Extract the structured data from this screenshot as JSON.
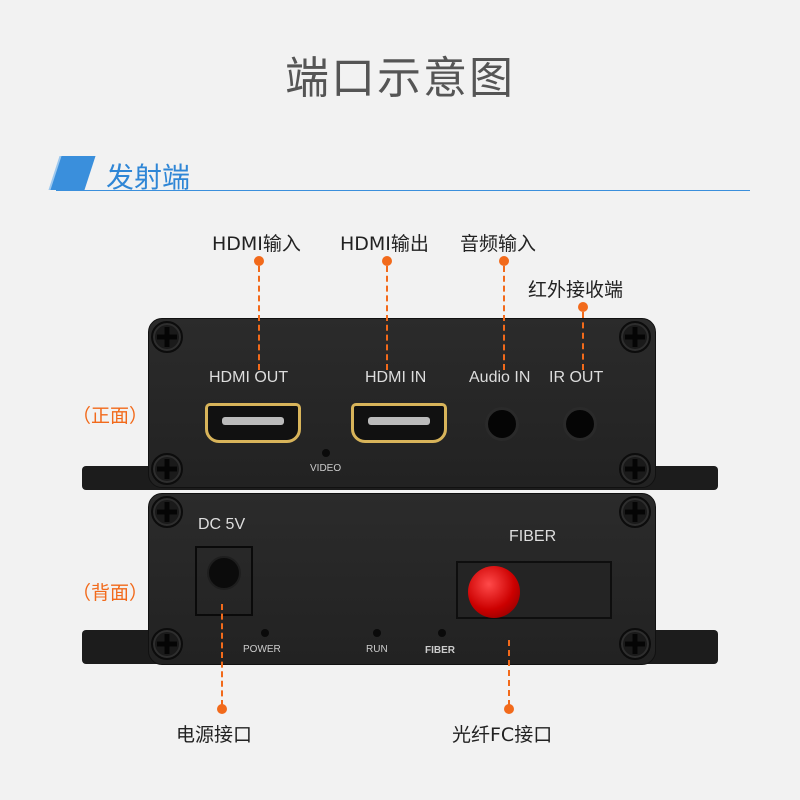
{
  "title": "端口示意图",
  "section": "发射端",
  "callouts": {
    "hdmi_in": "HDMI输入",
    "hdmi_out": "HDMI输出",
    "audio_in": "音频输入",
    "ir": "红外接收端",
    "power": "电源接口",
    "fiber": "光纤FC接口"
  },
  "sides": {
    "front": "（正面）",
    "back": "（背面）"
  },
  "front": {
    "hdmi_out": "HDMI OUT",
    "hdmi_in": "HDMI IN",
    "audio_in": "Audio IN",
    "ir_out": "IR OUT",
    "video": "VIDEO"
  },
  "back": {
    "dc": "DC 5V",
    "fiber": "FIBER",
    "power_led": "POWER",
    "run_led": "RUN",
    "fiber_led": "FIBER"
  },
  "colors": {
    "accent": "#f26a1b",
    "section": "#2f86d6"
  }
}
